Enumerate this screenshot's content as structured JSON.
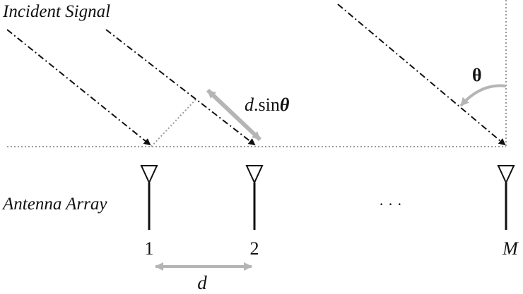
{
  "title": "Incident Signal",
  "array_label": "Antenna Array",
  "spacing_label": "d",
  "path_diff_label": {
    "prefix": "d",
    "func": ".sin",
    "symbol": "θ"
  },
  "angle_label": "θ",
  "ellipsis": "· · ·",
  "antennas": [
    {
      "label": "1"
    },
    {
      "label": "2"
    },
    {
      "label": "M"
    }
  ],
  "colors": {
    "ink": "#111111",
    "guide": "#9a9a9a",
    "arrow_gray": "#b5b5b5"
  }
}
